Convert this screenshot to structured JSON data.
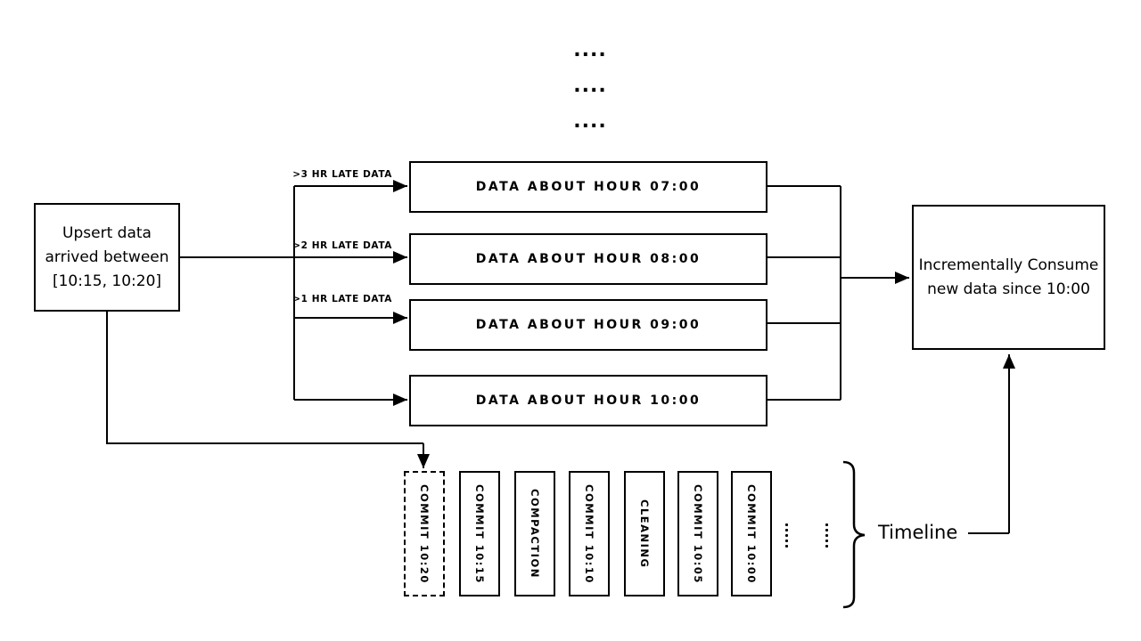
{
  "colors": {
    "ink": "#000000",
    "paper": "#ffffff"
  },
  "top_ellipsis": {
    "rows": [
      "....",
      "....",
      "...."
    ]
  },
  "upsert_box": {
    "line1": "Upsert data",
    "line2": "arrived between",
    "line3": "[10:15, 10:20]"
  },
  "late_data_labels": [
    ">3 HR LATE DATA",
    ">2 HR LATE DATA",
    ">1 HR LATE DATA"
  ],
  "hour_boxes": [
    "DATA ABOUT HOUR 07:00",
    "DATA ABOUT HOUR 08:00",
    "DATA ABOUT HOUR 09:00",
    "DATA ABOUT HOUR 10:00"
  ],
  "consume_box": {
    "line1": "Incrementally Consume",
    "line2": "new data since 10:00"
  },
  "timeline": {
    "events": [
      {
        "label": "COMMIT 10:20",
        "border": "dashed"
      },
      {
        "label": "COMMIT 10:15",
        "border": "solid"
      },
      {
        "label": "COMPACTION",
        "border": "solid"
      },
      {
        "label": "COMMIT 10:10",
        "border": "solid"
      },
      {
        "label": "CLEANING",
        "border": "solid"
      },
      {
        "label": "COMMIT 10:05",
        "border": "solid"
      },
      {
        "label": "COMMIT 10:00",
        "border": "solid"
      }
    ],
    "label": "Timeline"
  }
}
